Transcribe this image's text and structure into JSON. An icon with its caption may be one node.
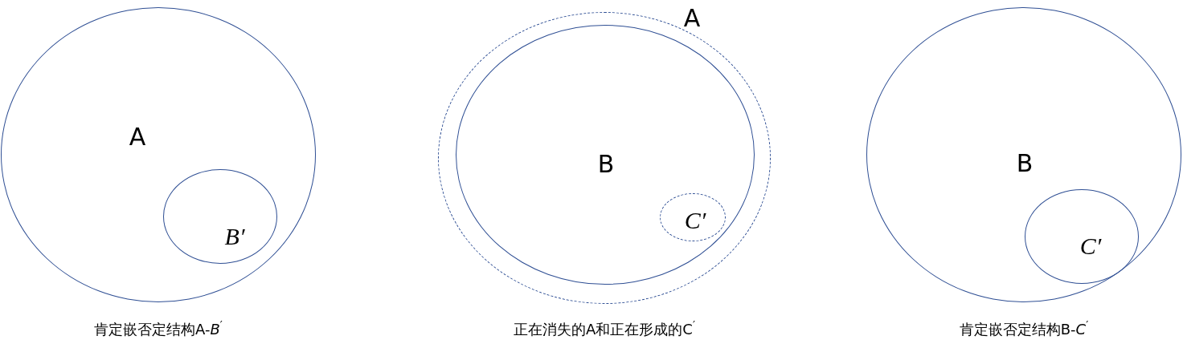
{
  "diagram": {
    "nodes": [
      {
        "text": [
          "A"
        ]
      },
      {
        "text": [
          "B′"
        ],
        "in": 0
      },
      {
        "text": [
          "A"
        ]
      },
      {
        "text": [
          "B"
        ],
        "in": 2
      },
      {
        "text": [
          "C′"
        ],
        "in": 3
      },
      {
        "text": [
          "B"
        ]
      },
      {
        "text": [
          "C′"
        ],
        "in": 5
      }
    ],
    "labels": [
      "肯定嵌否定结构A-*B*$^{′}$",
      "正在消失的A和正在形成的C$^{′}$",
      "肯定嵌否定结构B-*C*$^{′}$"
    ]
  }
}
